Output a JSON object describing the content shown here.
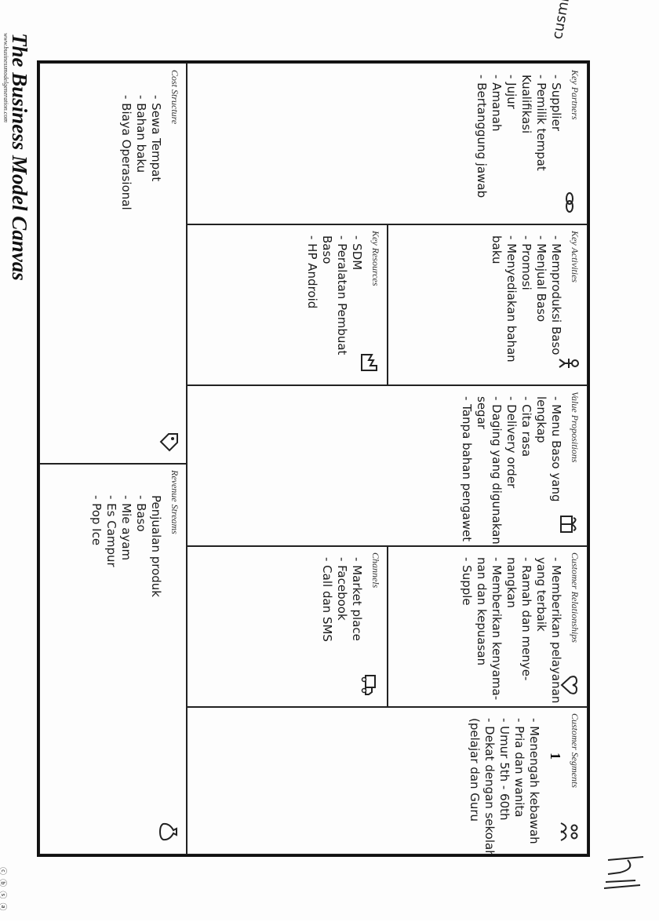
{
  "document": {
    "title": "The Business Model Canvas",
    "footer_url": "www.businessmodelgeneration.com",
    "cc_badges": "ⓒ ⓑ ⓢ ⓐ",
    "margin_note": "cusmi",
    "segment_number": "1"
  },
  "blocks": {
    "key_partners": {
      "label": "Key Partners",
      "icon": "chain-link-icon",
      "items": [
        "- Supplier",
        "- Pemilik tempat",
        "",
        "Kualifikasi",
        "- Jujur",
        "- Amanah",
        "- Bertanggung jawab"
      ]
    },
    "key_activities": {
      "label": "Key Activities",
      "icon": "figure-icon",
      "items": [
        "- Memproduksi Baso",
        "- Menjual Baso",
        "- Promosi",
        "- Menyediakan bahan",
        "baku"
      ]
    },
    "key_resources": {
      "label": "Key Resources",
      "icon": "factory-icon",
      "items": [
        "- SDM",
        "- Peralatan Pembuat",
        "Baso",
        "- HP Android"
      ]
    },
    "value_propositions": {
      "label": "Value Propositions",
      "icon": "gift-icon",
      "items": [
        "- Menu Baso yang",
        "lengkap",
        "- Cita rasa",
        "- Delivery order",
        "- Daging yang digunakan",
        "segar",
        "- Tanpa bahan pengawet"
      ]
    },
    "customer_relationships": {
      "label": "Customer Relationships",
      "icon": "heart-icon",
      "items": [
        "- Memberikan pelayanan",
        "yang terbaik",
        "- Ramah dan menye-",
        "nangkan",
        "- Memberikan kenyama-",
        "nan dan kepuasan",
        "- Supple"
      ]
    },
    "channels": {
      "label": "Channels",
      "icon": "truck-icon",
      "items": [
        "- Market place",
        "- Facebook",
        "- Call dan SMS"
      ]
    },
    "customer_segments": {
      "label": "Customer Segments",
      "icon": "people-icon",
      "items": [
        "- Menengah kebawah",
        "- Pria dan wanita",
        "- Umur 5th - 60th",
        "- Dekat dengan sekolah",
        "(pelajar dan Guru"
      ]
    },
    "cost_structure": {
      "label": "Cost Structure",
      "icon": "tag-icon",
      "items": [
        "- Sewa Tempat",
        "- Bahan baku",
        "- Biaya Operasional"
      ]
    },
    "revenue_streams": {
      "label": "Revenue Streams",
      "icon": "money-bag-icon",
      "items": [
        "Penjualan produk",
        "- Baso",
        "- Mie ayam",
        "- Es Campur",
        "- Pop Ice"
      ]
    }
  }
}
